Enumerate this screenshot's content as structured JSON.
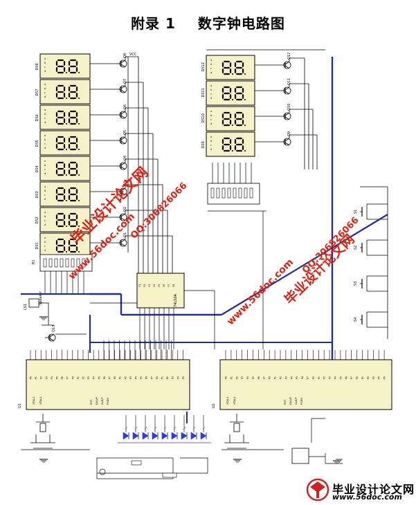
{
  "title": {
    "part1": "附录 1",
    "part2": "数字钟电路图"
  },
  "watermarks": {
    "wm1": "毕业设计论文网",
    "wm2": "www.56doc.com",
    "wm3": "QQ:306826066",
    "wm4": "www.56doc.com",
    "wm5": "QQ:306826066",
    "wm6": "毕业设计论文网"
  },
  "logo": {
    "title": "毕业设计论文网",
    "url": "www.56doc.com"
  },
  "labels": {
    "ic_chip": "74LS04",
    "u1_label": "U1",
    "u2_label": "U2",
    "ds_left": [
      "DS8",
      "DS7",
      "DS6",
      "DS5",
      "DS4",
      "DS3",
      "DS2",
      "DS1"
    ],
    "ds_right": [
      "DS12",
      "DS11",
      "DS10",
      "DS9"
    ],
    "q_left": [
      "Q8",
      "Q7",
      "Q6",
      "Q5",
      "Q4",
      "Q3",
      "Q2",
      "Q1"
    ],
    "q_right": [
      "Q12",
      "Q11",
      "Q10",
      "Q9"
    ],
    "vcc": "VCC",
    "gnd": "GND",
    "xtal1": "XTAL1",
    "xtal2": "XTAL2",
    "rst": "RST",
    "ea": "EA/VP",
    "ale": "ALE/P",
    "psen": "PSEN",
    "sw": [
      "S1",
      "S2",
      "S3",
      "S4"
    ],
    "spk": "Speaker",
    "bell": "LS1"
  },
  "colors": {
    "wire": "#000000",
    "bus": "#1f2f8f",
    "led": "#2b3fd6",
    "box_fill": "#f7f1c8",
    "red": "#dd2211"
  }
}
